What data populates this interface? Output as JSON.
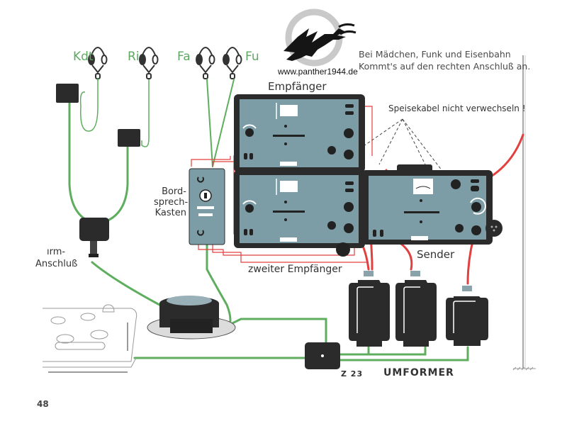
{
  "logo": {
    "url_text": "www.panther1944.de",
    "icon": "panther-lightning-logo"
  },
  "caption": {
    "line1": "Bei Mädchen, Funk und Eisenbahn",
    "line2": "Kommt's auf den rechten Anschluß an."
  },
  "headphones": [
    {
      "label": "Kdt"
    },
    {
      "label": "Ri"
    },
    {
      "label": "Fa"
    },
    {
      "label": "Fu"
    }
  ],
  "labels": {
    "empfaenger": "Empfänger",
    "speisekabel": "Speisekabel nicht verwechseln !",
    "bordsprech_1": "Bord-",
    "bordsprech_2": "sprech-",
    "bordsprech_3": "Kasten",
    "anschluss_1": "ırm-",
    "anschluss_2": "Anschluß",
    "sender": "Sender",
    "zweiter_empfaenger": "zweiter Empfänger",
    "z23": "Z 23",
    "umformer": "UMFORMER"
  },
  "page_number": "48",
  "colors": {
    "wire_green": "#5fae5f",
    "wire_red": "#e2403f",
    "device_panel": "#7c9ca6",
    "device_frame": "#2b2b2b",
    "label_green": "#5fa862"
  }
}
